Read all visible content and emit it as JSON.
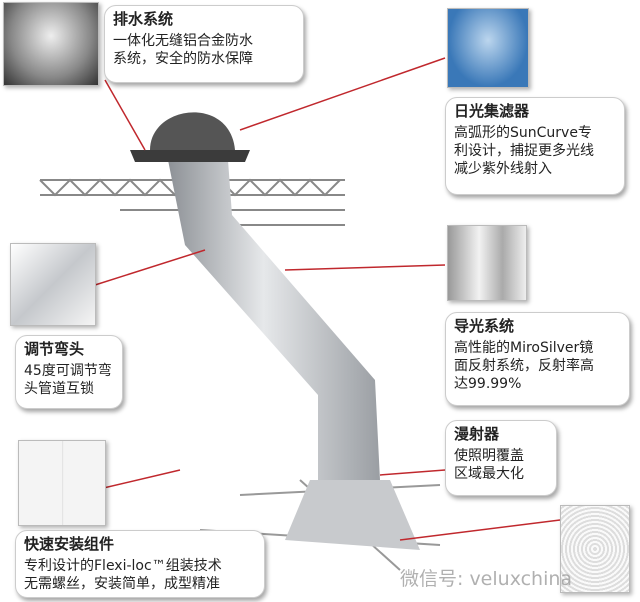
{
  "callouts": [
    {
      "title": "排水系统",
      "desc": "一体化无缝铝合金防水\n系统，安全的防水保障"
    },
    {
      "title": "日光集滤器",
      "desc": "高弧形的SunCurve专\n利设计，捕捉更多光线\n减少紫外线射入"
    },
    {
      "title": "调节弯头",
      "desc": "45度可调节弯\n头管道互锁"
    },
    {
      "title": "导光系统",
      "desc": "高性能的MiroSilver镜\n面反射系统，反射率高\n达99.99%"
    },
    {
      "title": "漫射器",
      "desc": "使照明覆盖\n区域最大化"
    },
    {
      "title": "快速安装组件",
      "desc": "专利设计的Flexi-loc™组装技术\n无需螺丝，安装简单，成型精准"
    }
  ],
  "watermark": "微信号: veluxchina",
  "colors": {
    "leader": "#c0282d",
    "pipe": "#b9bcc0",
    "dome": "#3a78b8"
  }
}
